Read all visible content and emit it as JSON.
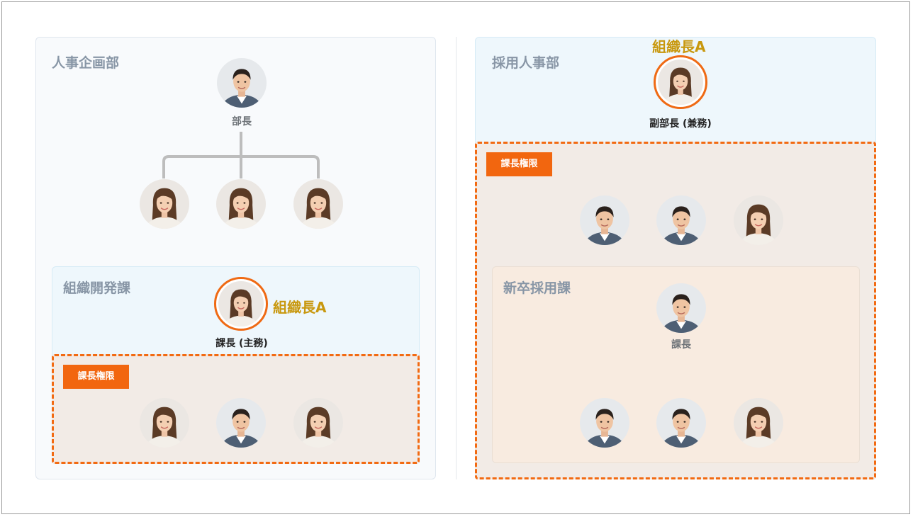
{
  "left_dept": {
    "title": "人事企画部",
    "head_role": "部長",
    "sub_section": {
      "title": "組織開発課",
      "head_role": "課長 (主務)",
      "leader_label": "組織長A",
      "authority_badge": "課長権限"
    }
  },
  "right_dept": {
    "title": "採用人事部",
    "leader_label": "組織長A",
    "head_role": "副部長 (兼務)",
    "authority_badge": "課長権限",
    "sub_section": {
      "title": "新卒採用課",
      "head_role": "課長"
    }
  },
  "colors": {
    "accent_orange": "#f2660f",
    "leader_gold": "#c8980e",
    "dept_blue": "#eef7fc",
    "authority_beige": "#f2ebe6"
  }
}
